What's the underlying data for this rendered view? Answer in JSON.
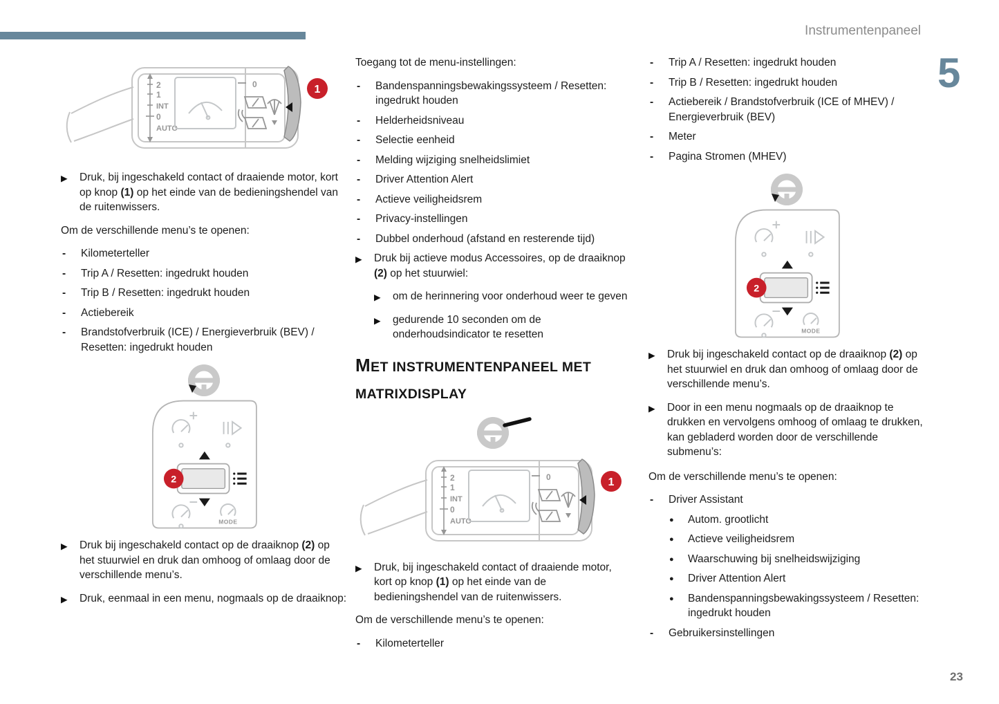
{
  "page": {
    "header": "Instrumentenpaneel",
    "chapter": "5",
    "number": "23"
  },
  "colors": {
    "accent": "#67879b",
    "callout": "#c8202a"
  },
  "markers": {
    "dash": "-",
    "bullet": "●",
    "arrow": "▶"
  },
  "stalk": {
    "callout": "1",
    "scale": [
      "2",
      "1",
      "INT",
      "0",
      "AUTO"
    ],
    "rear_zero": "0"
  },
  "pad": {
    "callout": "2",
    "mode": "MODE"
  },
  "col1": {
    "p1": {
      "pre": "Druk, bij ingeschakeld contact of draaiende motor, kort op knop ",
      "bold": "(1)",
      "post": " op het einde van de bedieningshendel van de ruitenwissers."
    },
    "open_menus": "Om de verschillende menu’s te openen:",
    "items": [
      "Kilometerteller",
      "Trip A / Resetten: ingedrukt houden",
      "Trip B / Resetten: ingedrukt houden",
      "Actiebereik",
      "Brandstofverbruik (ICE) / Energieverbruik (BEV) / Resetten: ingedrukt houden"
    ],
    "p2": {
      "pre": "Druk bij ingeschakeld contact op de draaiknop ",
      "bold": "(2)",
      "post": " op het stuurwiel en druk dan omhoog of omlaag door de verschillende menu’s."
    },
    "p3": "Druk, eenmaal in een menu, nogmaals op de draaiknop:"
  },
  "col2": {
    "access_title": "Toegang tot de menu-instellingen:",
    "items": [
      "Bandenspanningsbewakingssysteem / Resetten: ingedrukt houden",
      "Helderheidsniveau",
      "Selectie eenheid",
      "Melding wijziging snelheidslimiet",
      "Driver Attention Alert",
      "Actieve veiligheidsrem",
      "Privacy-instellingen",
      "Dubbel onderhoud (afstand en resterende tijd)"
    ],
    "p1": {
      "pre": "Druk bij actieve modus Accessoires, op de draaiknop ",
      "bold": "(2)",
      "post": " op het stuurwiel:"
    },
    "sub1": "om de herinnering voor onderhoud weer te geven",
    "sub2": "gedurende 10 seconden om de onderhoudsindicator te resetten",
    "heading_initial": "M",
    "heading_rest": "ET INSTRUMENTENPANEEL MET MATRIXDISPLAY",
    "p2": {
      "pre": "Druk, bij ingeschakeld contact of draaiende motor, kort op knop ",
      "bold": "(1)",
      "post": " op het einde van de bedieningshendel van de ruitenwissers."
    },
    "open_menus": "Om de verschillende menu’s te openen:",
    "items2": [
      "Kilometerteller"
    ]
  },
  "col3": {
    "items": [
      "Trip A / Resetten: ingedrukt houden",
      "Trip B / Resetten: ingedrukt houden",
      "Actiebereik / Brandstofverbruik (ICE of MHEV) / Energieverbruik (BEV)",
      "Meter",
      "Pagina Stromen (MHEV)"
    ],
    "p1": {
      "pre": "Druk bij ingeschakeld contact op de draaiknop ",
      "bold": "(2)",
      "post": " op het stuurwiel en druk dan omhoog of omlaag door de verschillende menu’s."
    },
    "p2": "Door in een menu nogmaals op de draaiknop te drukken en vervolgens omhoog of omlaag te drukken, kan gebladerd worden door de verschillende submenu’s:",
    "open_menus": "Om de verschillende menu’s te openen:",
    "driver_assistant": "Driver Assistant",
    "bullets": [
      "Autom. grootlicht",
      "Actieve veiligheidsrem",
      "Waarschuwing bij snelheidswijziging",
      "Driver Attention Alert",
      "Bandenspanningsbewakingssysteem / Resetten: ingedrukt houden"
    ],
    "user_settings": "Gebruikersinstellingen"
  }
}
